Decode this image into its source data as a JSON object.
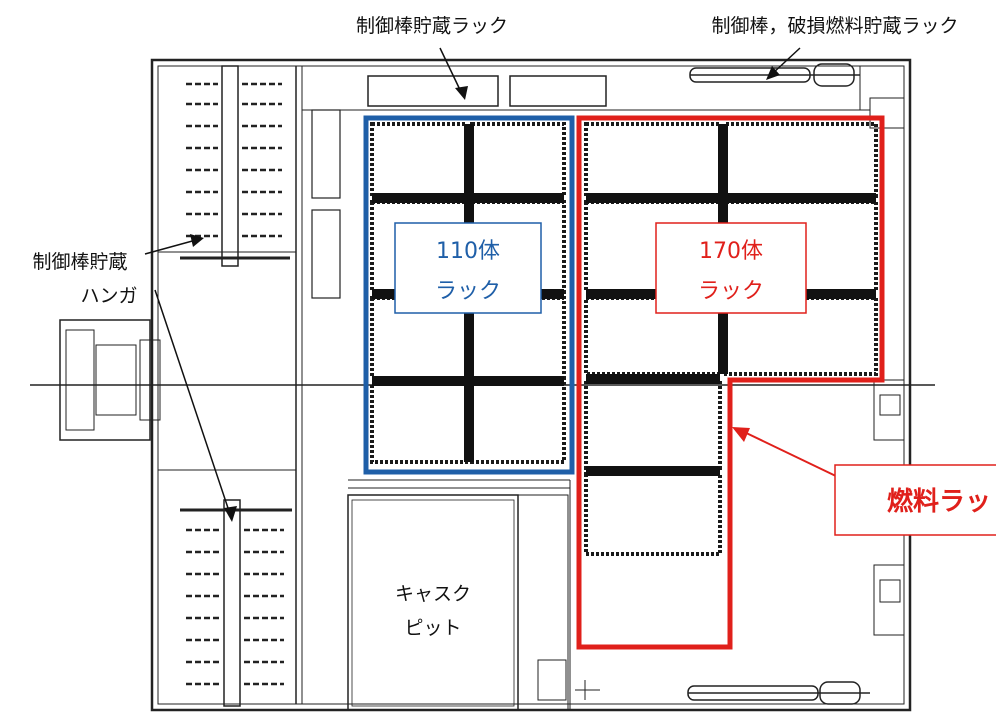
{
  "callouts": {
    "top_left": "制御棒貯蔵ラック",
    "top_right": "制御棒，破損燃料貯蔵ラック",
    "hanger_line1": "制御棒貯蔵",
    "hanger_line2": "ハンガ"
  },
  "racks": {
    "blue": {
      "count": "110体",
      "kind": "ラック",
      "color": "#1f5fa8"
    },
    "red": {
      "count": "170体",
      "kind": "ラック",
      "color": "#e0201b"
    }
  },
  "fuel_rack_label": "燃料ラッ",
  "cask_pit": {
    "line1": "キャスク",
    "line2": "ピット"
  }
}
